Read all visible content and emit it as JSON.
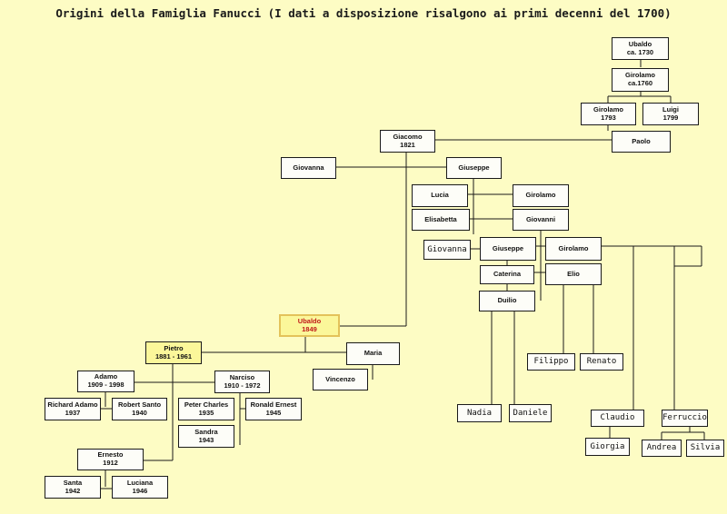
{
  "title": "Origini della Famiglia Fanucci (I dati a disposizione risalgono ai primi decenni del 1700)",
  "people": {
    "ubaldo_1730": "Ubaldo\nca. 1730",
    "girolamo_1760": "Girolamo\nca.1760",
    "girolamo_1793": "Girolamo\n1793",
    "luigi_1799": "Luigi\n1799",
    "paolo": "Paolo",
    "giacomo_1821": "Giacomo\n1821",
    "giovanna_1": "Giovanna",
    "giuseppe_1": "Giuseppe",
    "lucia": "Lucia",
    "girolamo_3": "Girolamo",
    "elisabetta": "Elisabetta",
    "giovanni": "Giovanni",
    "giovanna_2": "Giovanna",
    "giuseppe_2": "Giuseppe",
    "girolamo_4": "Girolamo",
    "caterina": "Caterina",
    "elio": "Elio",
    "duilio": "Duilio",
    "ubaldo_1849": "Ubaldo\n1849",
    "pietro": "Pietro\n1881 - 1961",
    "maria": "Maria",
    "vincenzo": "Vincenzo",
    "adamo": "Adamo\n1909 - 1998",
    "narciso": "Narciso\n1910 - 1972",
    "richard_adamo": "Richard Adamo\n1937",
    "robert_santo": "Robert Santo\n1940",
    "peter_charles": "Peter Charles\n1935",
    "ronald_ernest": "Ronald Ernest\n1945",
    "sandra": "Sandra\n1943",
    "ernesto": "Ernesto\n1912",
    "santa": "Santa\n1942",
    "luciana": "Luciana\n1946",
    "filippo": "Filippo",
    "renato": "Renato",
    "nadia": "Nadia",
    "daniele": "Daniele",
    "claudio": "Claudio",
    "ferruccio": "Ferruccio",
    "giorgia": "Giorgia",
    "andrea": "Andrea",
    "silvia": "Silvia"
  },
  "colors": {
    "background": "#fdfcc4",
    "box_fill": "#fdfdf8",
    "line": "#1a1a1a",
    "highlight_fill": "#fbf79a",
    "highlight_border": "#e3c25a",
    "highlight_text": "#c01818"
  }
}
